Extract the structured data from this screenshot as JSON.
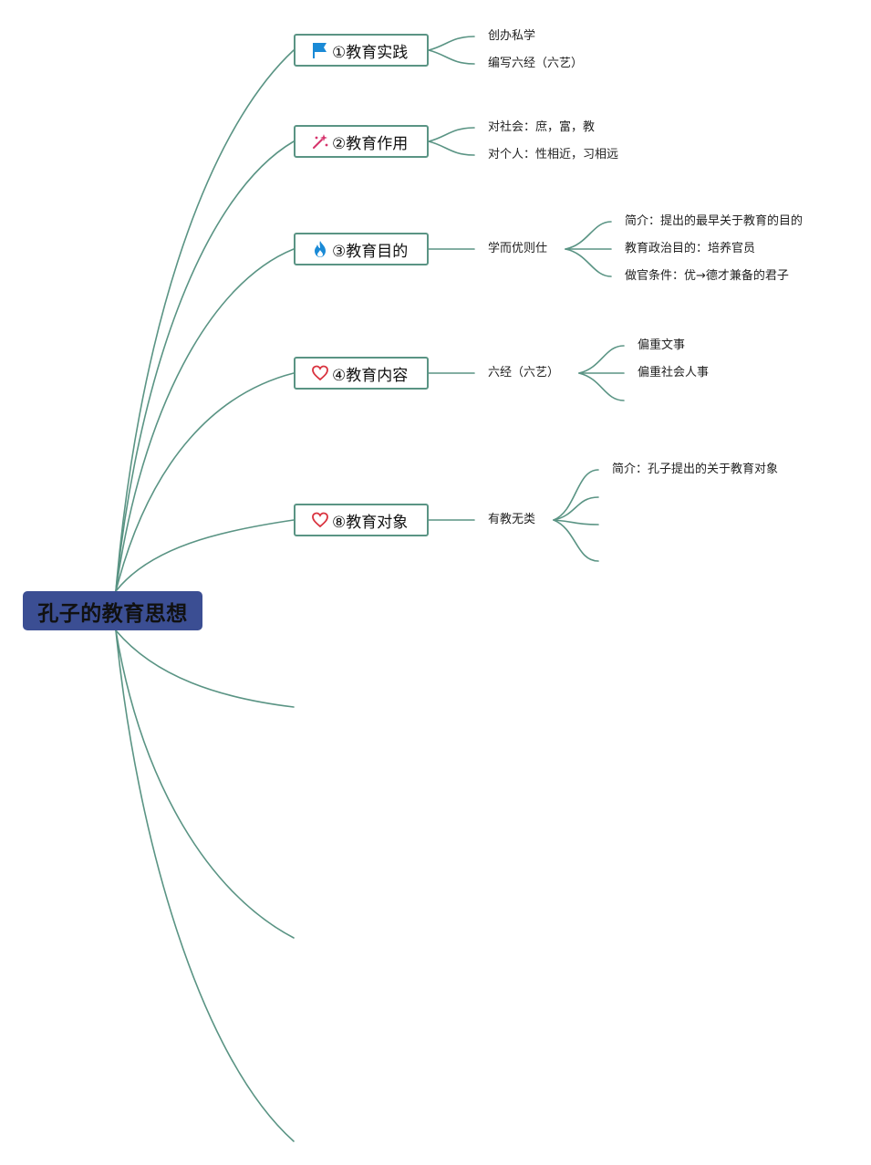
{
  "root": {
    "label": "孔子的教育思想"
  },
  "branches": [
    {
      "label": "①教育实践",
      "icon": "flag-icon",
      "icon_color": "#1a8ad6",
      "children": [
        "创办私学",
        "编写六经（六艺）"
      ]
    },
    {
      "label": "②教育作用",
      "icon": "sparkle-wand-icon",
      "icon_color": "#d6336c",
      "children": [
        "对社会：庶，富，教",
        "对个人：性相近，习相远"
      ]
    },
    {
      "label": "③教育目的",
      "icon": "fire-icon",
      "icon_color": "#1a8ad6",
      "child": "学而优则仕",
      "grandchildren": [
        "简介：提出的最早关于教育的目的",
        "教育政治目的：培养官员",
        "做官条件：优→德才兼备的君子"
      ]
    },
    {
      "label": "④教育内容",
      "icon": "heart-icon",
      "icon_color": "#d9333f",
      "child": "六经（六艺）",
      "grandchildren": [
        "偏重文事",
        "偏重社会人事"
      ]
    },
    {
      "label": "⑧教育对象",
      "icon": "heart-icon",
      "icon_color": "#d9333f",
      "child": "有教无类",
      "grandchildren": [
        "简介：孔子提出的关于教育对象"
      ]
    }
  ],
  "colors": {
    "connector": "#5a9484",
    "root_fill": "#3b4e93",
    "branch_border": "#5a9484"
  }
}
